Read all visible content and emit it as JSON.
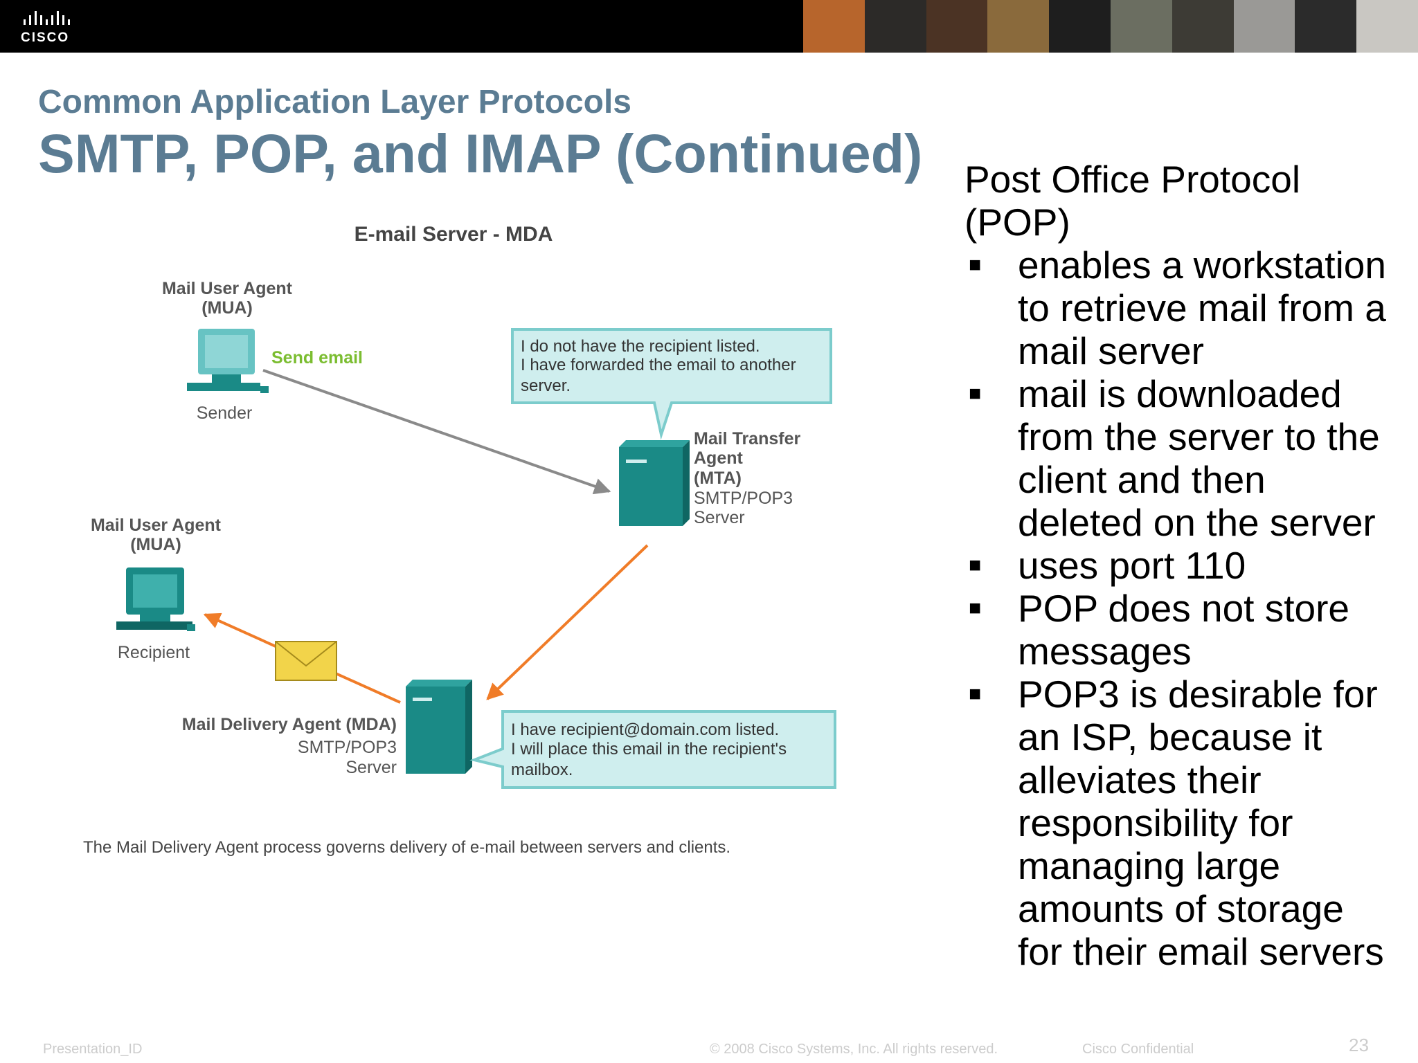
{
  "header": {
    "brand": "CISCO",
    "brand_color": "#000000",
    "photo_colors": [
      "#b7652c",
      "#2c2a28",
      "#4b3324",
      "#8a6a3c",
      "#1e1e1e",
      "#6b6e61",
      "#3d3b35",
      "#9a9996",
      "#2b2b2b",
      "#c9c7c2"
    ]
  },
  "slide": {
    "subtitle": "Common Application Layer Protocols",
    "title": "SMTP, POP, and IMAP (Continued)"
  },
  "diagram": {
    "heading": "E-mail Server - MDA",
    "sender_mua_label": [
      "Mail User Agent",
      "(MUA)"
    ],
    "sender_label": "Sender",
    "send_email_label": "Send email",
    "mta_callout": [
      "I do not have the recipient listed.",
      "I have forwarded the email to another",
      "server."
    ],
    "mta_label": [
      "Mail Transfer",
      "Agent",
      "(MTA)"
    ],
    "mta_server_label": [
      "SMTP/POP3",
      "Server"
    ],
    "recipient_mua_label": [
      "Mail User Agent",
      "(MUA)"
    ],
    "recipient_label": "Recipient",
    "mda_label": "Mail Delivery Agent (MDA)",
    "mda_server_label": [
      "SMTP/POP3",
      "Server"
    ],
    "mda_callout": [
      "I have recipient@domain.com listed.",
      "I will place this email in the recipient's",
      "mailbox."
    ],
    "caption": "The Mail Delivery Agent process governs delivery of e-mail between servers and clients.",
    "colors": {
      "teal": "#1a8a86",
      "teal_dark": "#0f6663",
      "light_teal": "#67c3c3",
      "callout_fill": "#cfeeee",
      "callout_border": "#7ccccc",
      "orange": "#f07c28",
      "gray_arrow": "#8a8a8a",
      "envelope": "#f2d44a",
      "green_text": "#7bbd30"
    }
  },
  "pop": {
    "heading": [
      "Post Office Protocol",
      "(POP)"
    ],
    "bullet_glyph": "■",
    "items": [
      [
        "enables a workstation",
        "to retrieve mail from a",
        "mail server"
      ],
      [
        "mail is downloaded",
        "from the server to the",
        "client and then",
        "deleted on the server"
      ],
      [
        "uses port 110"
      ],
      [
        "POP does not store",
        "messages"
      ],
      [
        "POP3 is desirable for",
        "an ISP, because it",
        "alleviates their",
        "responsibility for",
        "managing large",
        "amounts of storage",
        "for their email servers"
      ]
    ]
  },
  "footer": {
    "left": "Presentation_ID",
    "center": "© 2008 Cisco Systems, Inc. All rights reserved.",
    "right": "Cisco Confidential",
    "page": "23"
  }
}
